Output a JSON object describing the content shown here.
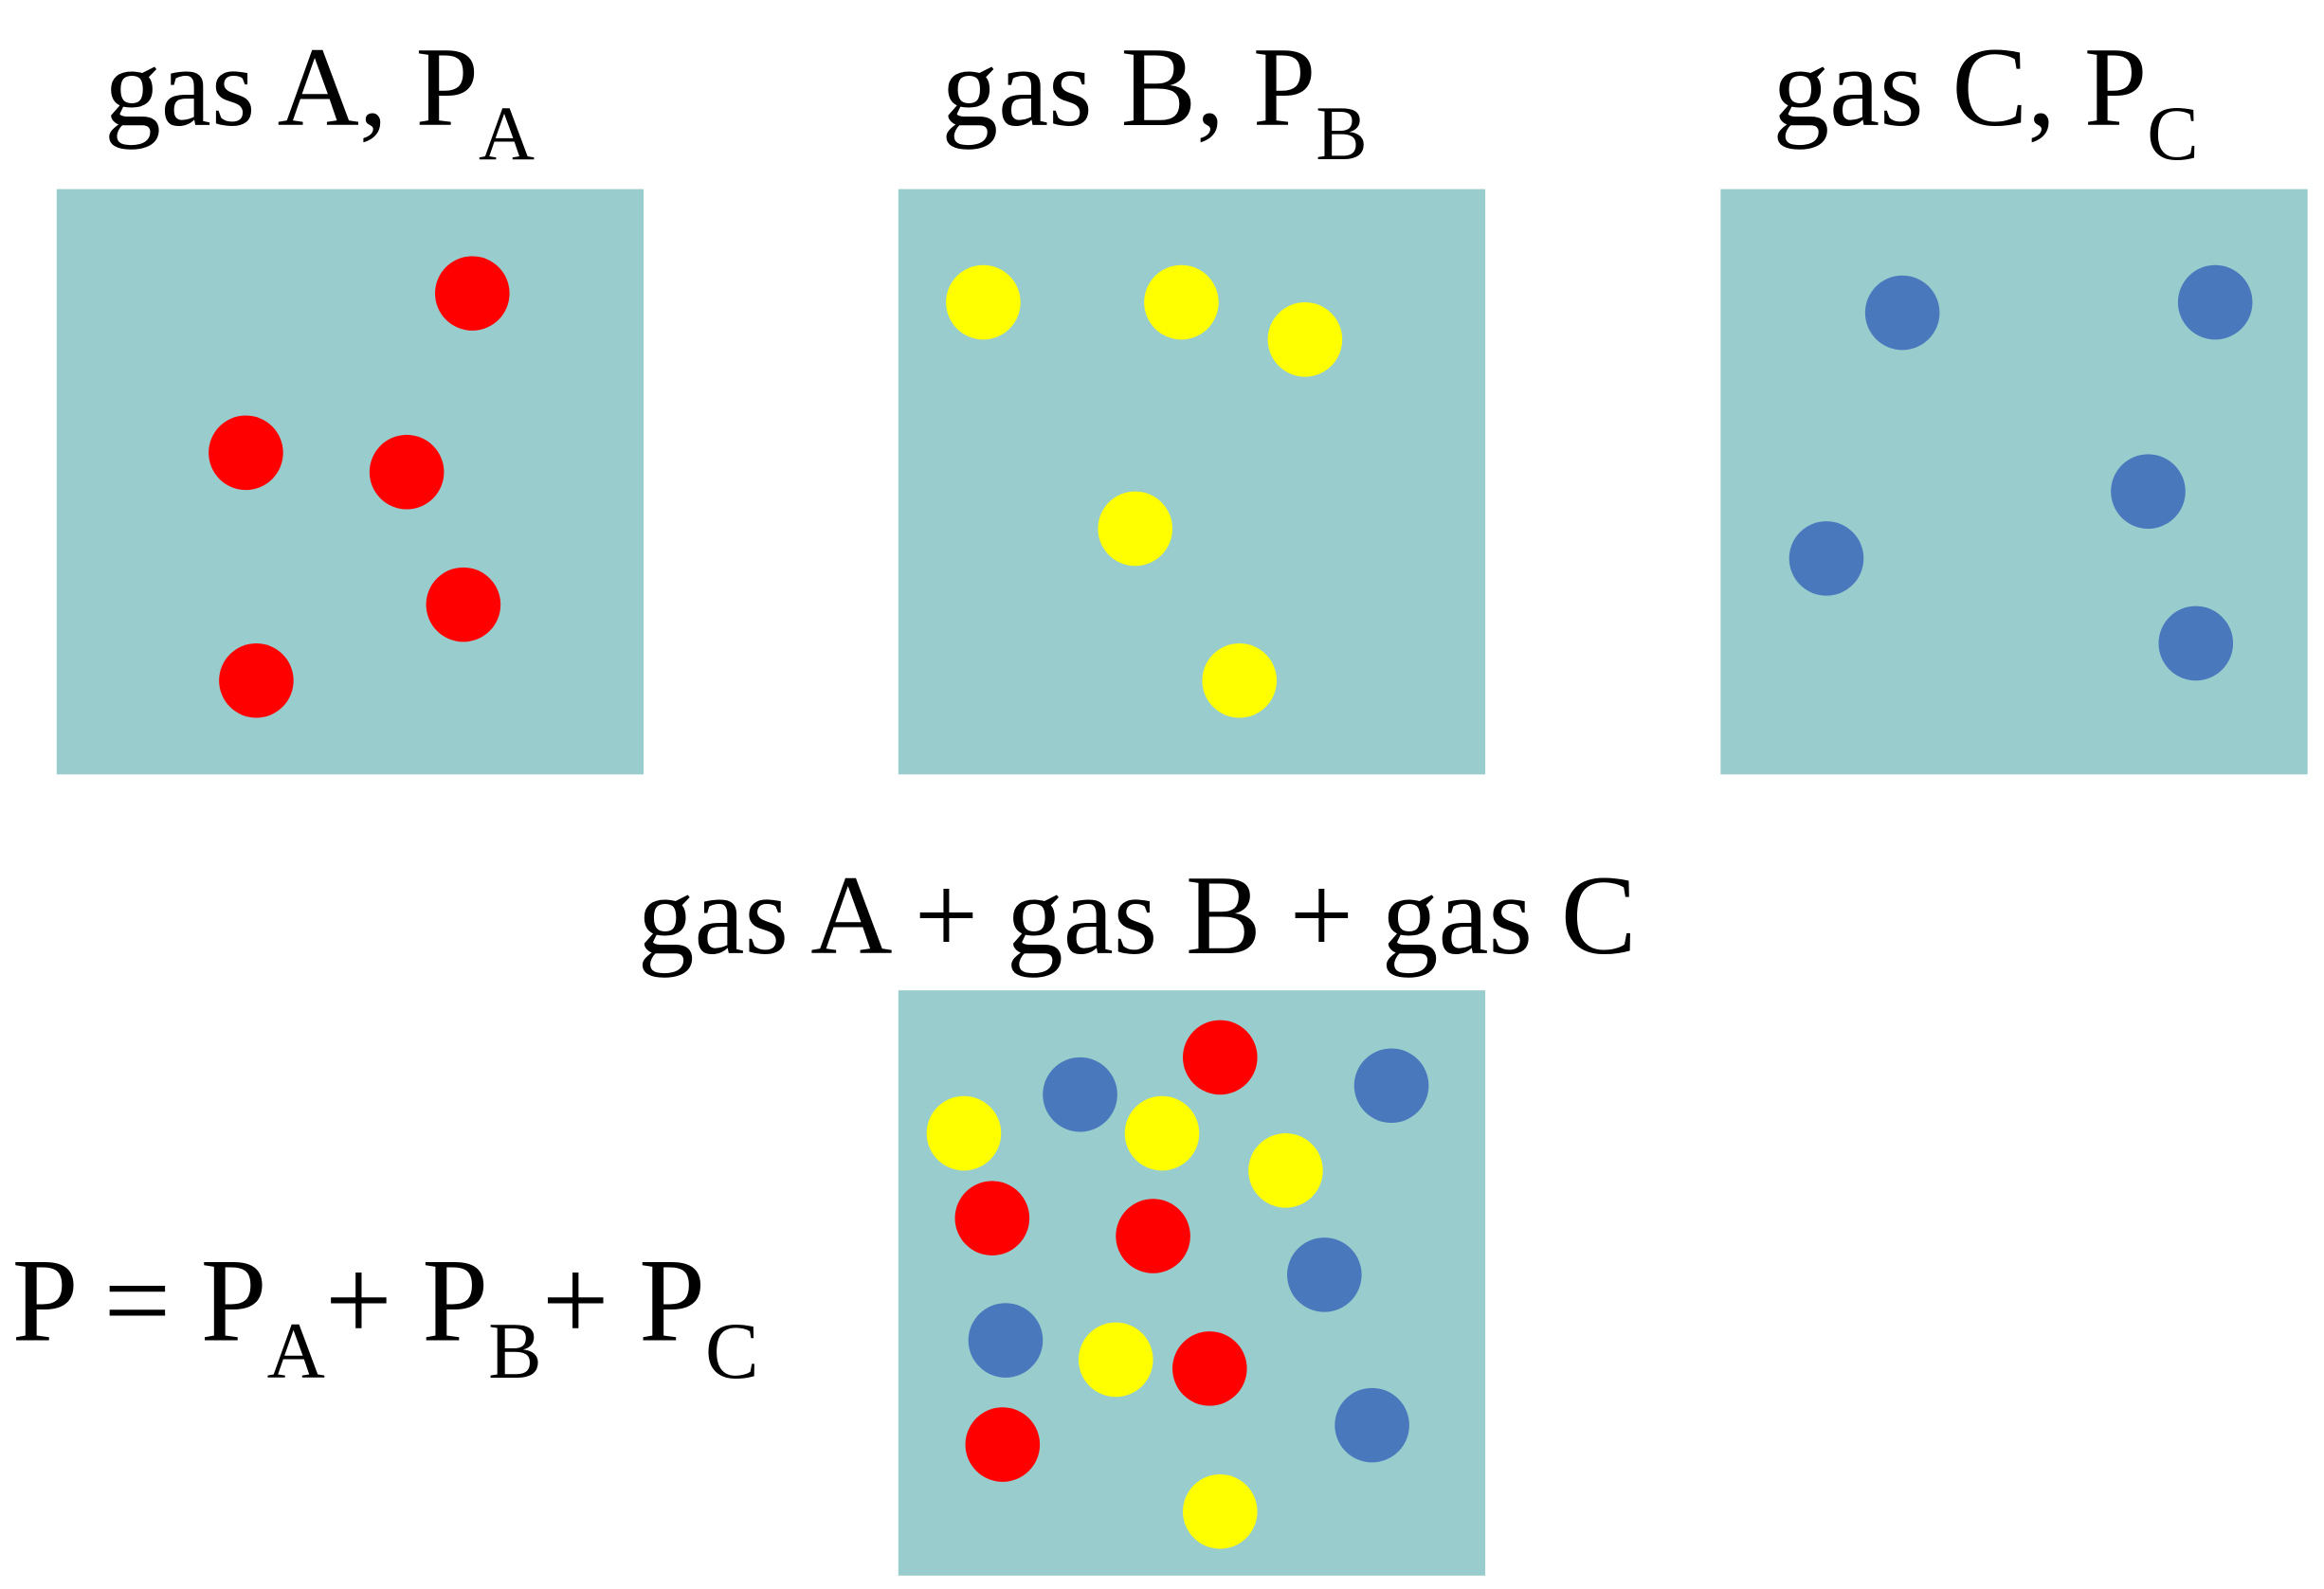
{
  "colors": {
    "container": "#99cccc",
    "gas_a": "#ff0000",
    "gas_b": "#ffff00",
    "gas_c": "#4a78bd",
    "text": "#000000"
  },
  "panels": [
    {
      "title": "gas A, P",
      "subscript": "A",
      "gas": "A",
      "molecule_count": 5
    },
    {
      "title": "gas B, P",
      "subscript": "B",
      "gas": "B",
      "molecule_count": 5
    },
    {
      "title": "gas C, P",
      "subscript": "C",
      "gas": "C",
      "molecule_count": 5
    }
  ],
  "mixture": {
    "title": "gas A + gas B + gas C",
    "molecule_counts": {
      "A": 5,
      "B": 5,
      "C": 5
    }
  },
  "equation": {
    "lhs": "P = P",
    "sub_a": "A",
    "plus1": "+ P",
    "sub_b": "B",
    "plus2": "+ P",
    "sub_c": "C"
  }
}
